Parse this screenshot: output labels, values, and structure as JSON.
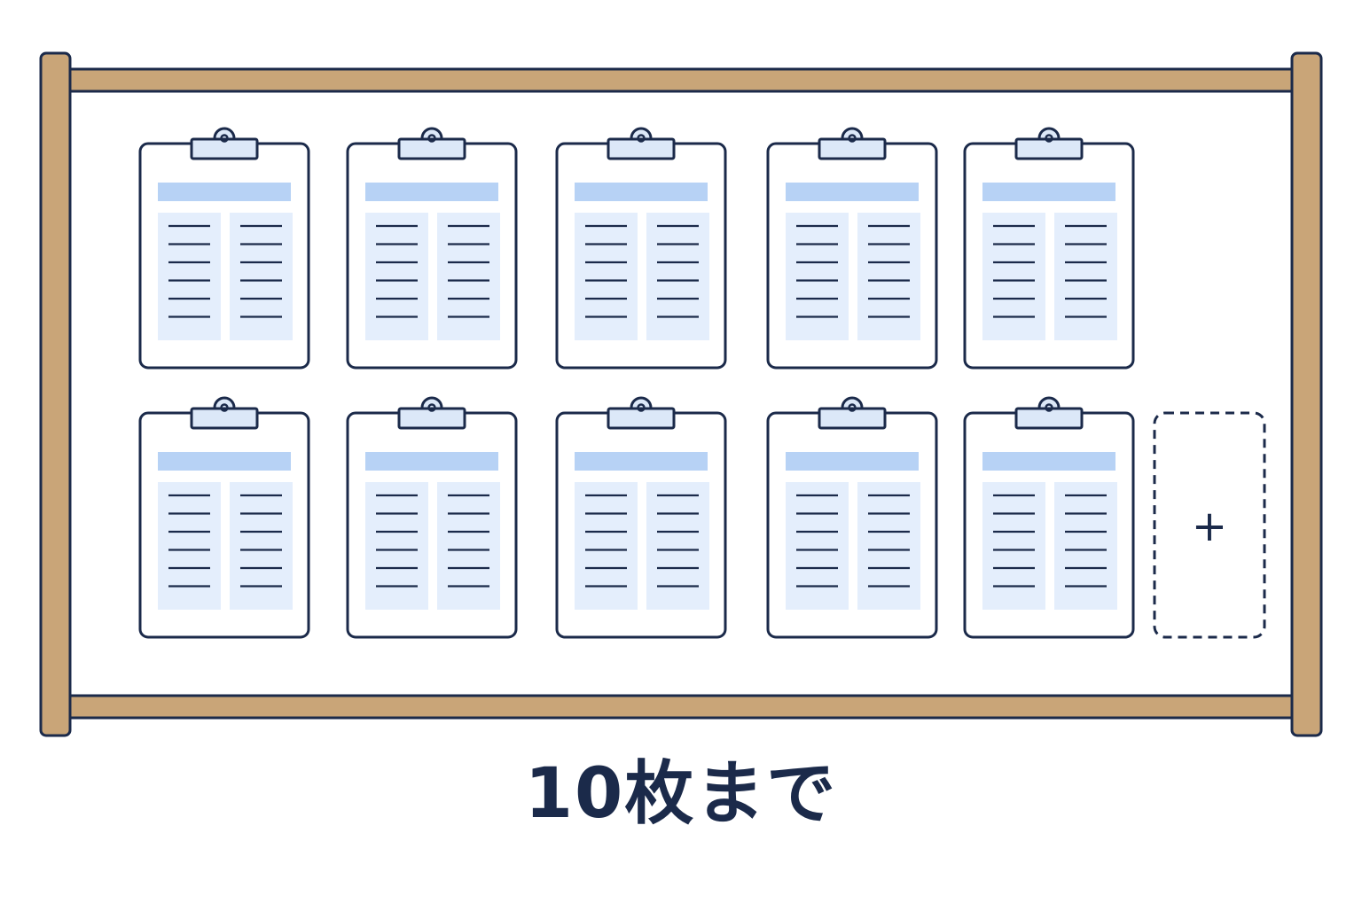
{
  "caption": "10枚まで",
  "add_slot": {
    "symbol": "+"
  },
  "board": {
    "sheet_count": 10,
    "columns_per_sheet": 2,
    "lines_per_column": 6
  },
  "colors": {
    "frame_wood": "#C9A578",
    "outline": "#1B2A4A",
    "paper": "#FFFFFF",
    "header_bar": "#B7D2F5",
    "column_fill": "#E4EEFC",
    "clip_fill": "#DCE8F8",
    "text_dark": "#1B2A4A"
  }
}
